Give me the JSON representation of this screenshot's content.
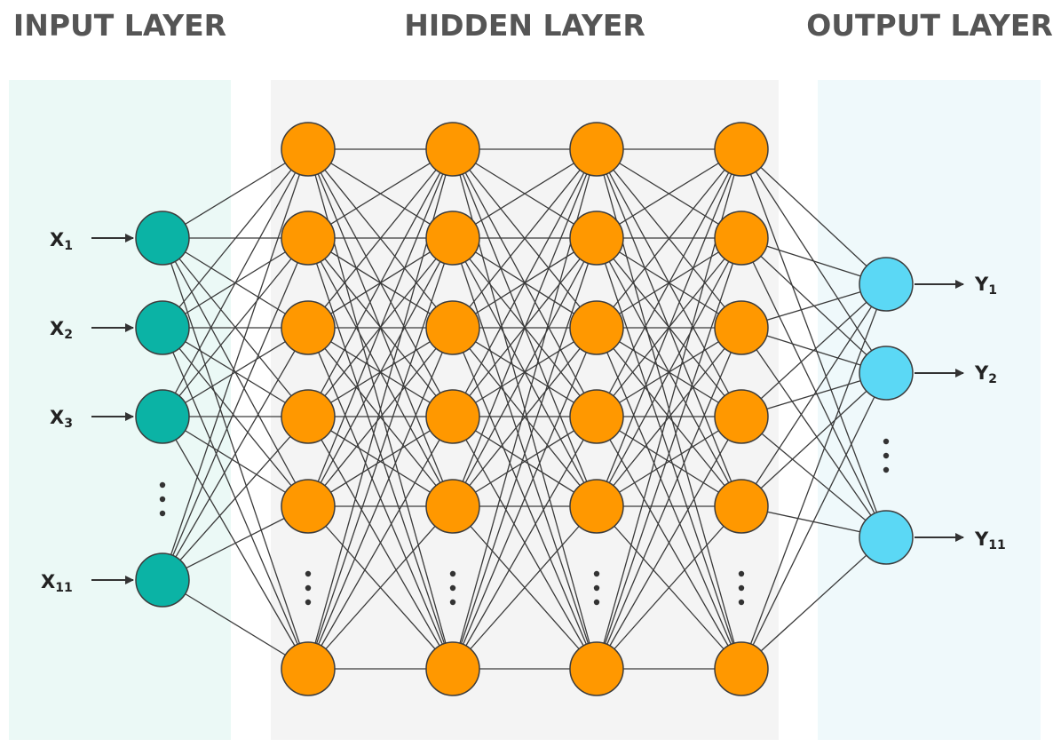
{
  "titles": {
    "input": "INPUT LAYER",
    "hidden": "HIDDEN LAYER",
    "output": "OUTPUT LAYER"
  },
  "colors": {
    "input_panel": "#ebf9f6",
    "hidden_panel": "#f4f4f4",
    "output_panel": "#eff9fb",
    "input_node": "#0bb3a5",
    "hidden_node": "#ff9800",
    "output_node": "#5bd8f5",
    "node_stroke": "#3c3c3c",
    "edge": "#3a3a3a"
  },
  "input_labels": [
    {
      "main": "X",
      "sub": "1"
    },
    {
      "main": "X",
      "sub": "2"
    },
    {
      "main": "X",
      "sub": "3"
    },
    {
      "main": "X",
      "sub": "11"
    }
  ],
  "output_labels": [
    {
      "main": "Y",
      "sub": "1"
    },
    {
      "main": "Y",
      "sub": "2"
    },
    {
      "main": "Y",
      "sub": "11"
    }
  ],
  "structure": {
    "input_nodes_shown": 4,
    "hidden_layers": 4,
    "hidden_nodes_shown_per_layer": 6,
    "output_nodes_shown": 3
  }
}
